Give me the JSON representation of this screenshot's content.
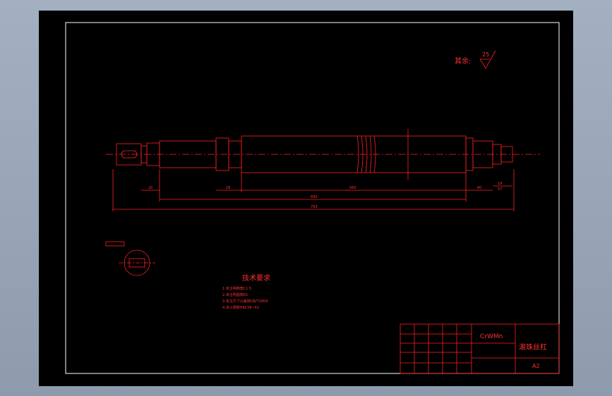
{
  "drawing": {
    "roughness_note": "其余:",
    "roughness_value": "25",
    "tech_title": "技术要求",
    "tech_items": [
      "1.未注明倒角C1.5",
      "2.未注明圆角R1",
      "3.未注尺寸公差按GB/T1804",
      "4.淬火硬度HRC58~62"
    ],
    "dims": {
      "total": "793",
      "thread_length": "690",
      "screw_length": "560",
      "seg_a": "29",
      "seg_b": "20",
      "seg_c": "60",
      "seg_d": "19",
      "seg_e": "57"
    }
  },
  "title_block": {
    "material": "CrWMn",
    "part_name": "滚珠丝杠",
    "scale_label": "A2"
  },
  "colors": {
    "drawing": "#ff2020",
    "frame": "#ffffff",
    "sheet": "#000000"
  }
}
